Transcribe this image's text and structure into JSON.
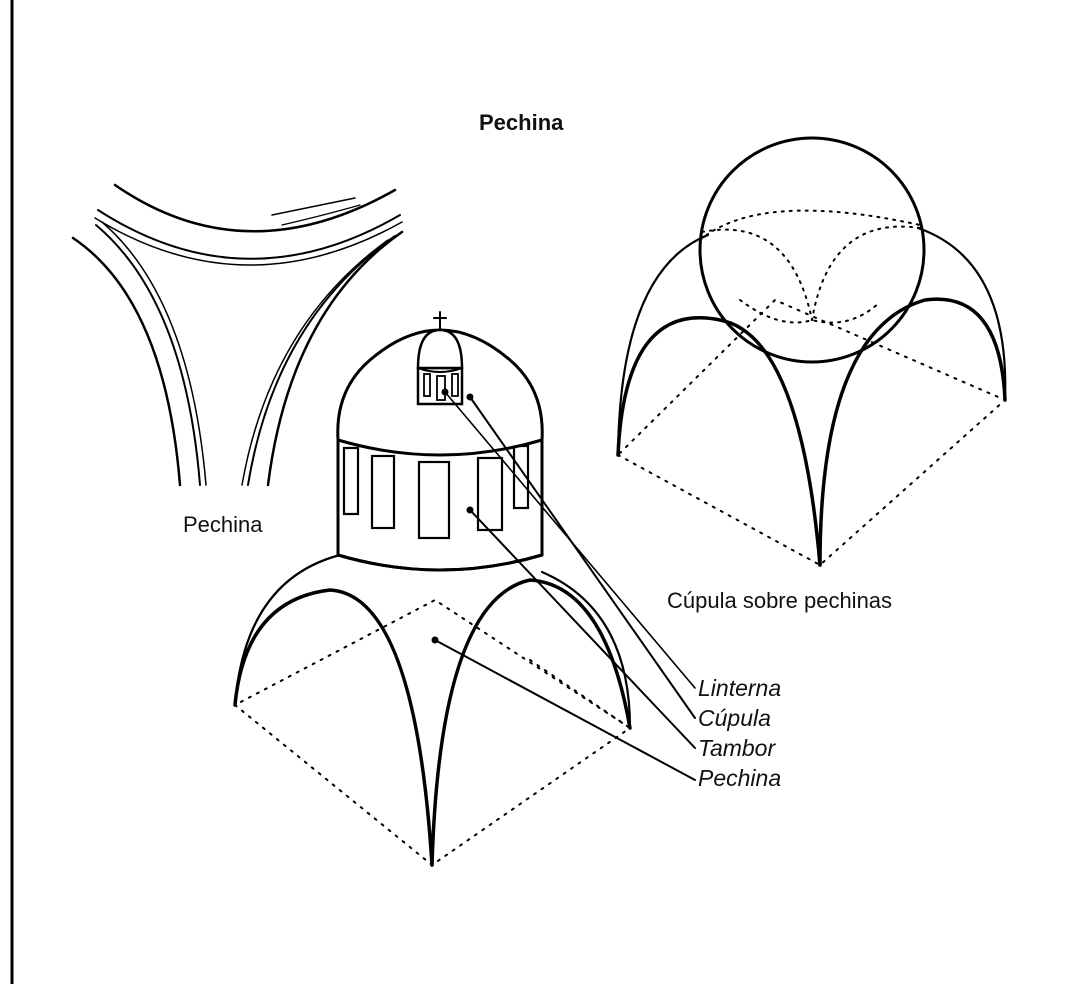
{
  "title": "Pechina",
  "captions": {
    "pechina": "Pechina",
    "cupula_sobre_pechinas": "Cúpula sobre pechinas"
  },
  "labels": {
    "linterna": "Linterna",
    "cupula": "Cúpula",
    "tambor": "Tambor",
    "pechina": "Pechina"
  }
}
